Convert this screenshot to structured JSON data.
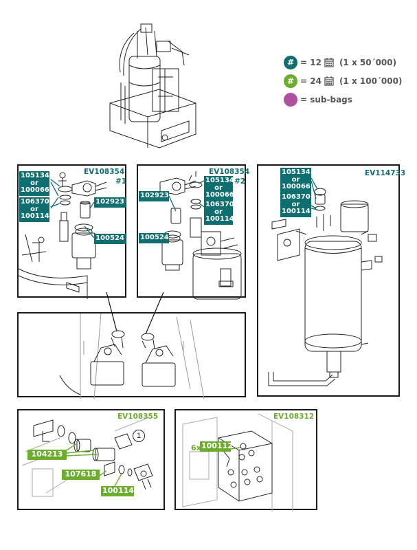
{
  "legend": {
    "items": [
      {
        "symbol": "#",
        "color": "#0e6e70",
        "text": "= 12",
        "interval": "(1 x 50´000)"
      },
      {
        "symbol": "#",
        "color": "#6cad2e",
        "text": "= 24",
        "interval": "(1 x 100´000)"
      },
      {
        "symbol": "",
        "color": "#b04f9e",
        "text": "= sub-bags",
        "interval": ""
      }
    ]
  },
  "panels": {
    "p1": {
      "code": "EV108354",
      "index": "#1",
      "tags": [
        "105134",
        "or",
        "100066",
        "106370",
        "or",
        "100114",
        "102923",
        "100524"
      ]
    },
    "p2": {
      "code": "EV108354",
      "index": "#2",
      "tags": [
        "105134",
        "or",
        "100066",
        "106370",
        "or",
        "100114",
        "102923",
        "100524"
      ]
    },
    "p3": {
      "code": "EV114733",
      "tags": [
        "105134",
        "or",
        "100066",
        "106370",
        "or",
        "100114"
      ]
    },
    "p5": {
      "code": "EV108355",
      "tags": [
        "104213",
        "107618",
        "100114"
      ],
      "callout": "1"
    },
    "p6": {
      "code": "EV108312",
      "qty": "6x",
      "tags": [
        "100112"
      ]
    }
  },
  "colors": {
    "teal": "#0e6e70",
    "green": "#6cad2e",
    "purple": "#b04f9e"
  }
}
